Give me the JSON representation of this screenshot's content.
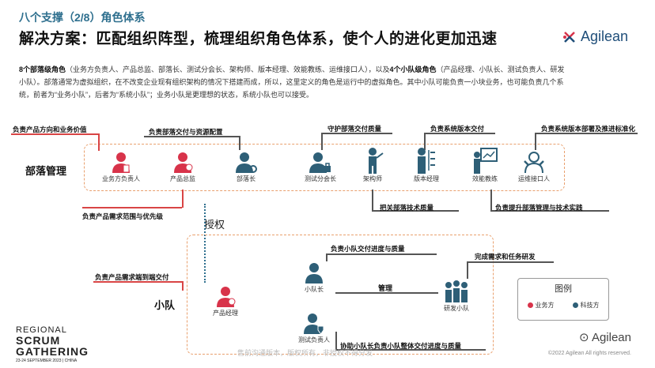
{
  "header": {
    "subtitle": "八个支撑（2/8）角色体系",
    "title": "解决方案：匹配组织阵型，梳理组织角色体系，使个人的进化更加迅速",
    "logo_text": "Agilean"
  },
  "description": {
    "p1_bold_a": "8个部落级角色",
    "p1_a": "（业务方负责人、产品总监、部落长、测试分会长、架构师、版本经理、效能教练、运维接口人），以及",
    "p1_bold_b": "4个小队级角色",
    "p1_b": "（产品经理、小队长、测试负责人、研发小队）。部落通常为虚拟组织，在不改变企业现有组织架构的情况下搭建而成，所以，这里定义的角色是运行中的虚拟角色。其中小队可能负责一小块业务，也可能负责几个系统，前者为“业务小队”，后者为“系统小队”；业务小队是更理想的状态，系统小队也可以接受。"
  },
  "tribe": {
    "label": "部落管理",
    "roles": [
      {
        "name": "业务方负责人",
        "type": "business"
      },
      {
        "name": "产品总监",
        "type": "business"
      },
      {
        "name": "部落长",
        "type": "tech"
      },
      {
        "name": "测试分会长",
        "type": "tech"
      },
      {
        "name": "架构师",
        "type": "tech"
      },
      {
        "name": "版本经理",
        "type": "tech"
      },
      {
        "name": "效能教练",
        "type": "tech"
      },
      {
        "name": "运维接口人",
        "type": "tech"
      }
    ],
    "annotations": {
      "a1": "负责产品方向和业务价值",
      "a2": "负责部落交付与资源配置",
      "a3": "守护部落交付质量",
      "a4": "负责系统版本交付",
      "a5": "负责系统版本部署及推进标准化",
      "a6": "负责产品需求范围与优先级",
      "a7": "把关部落技术质量",
      "a8": "负责提升部落管理与技术实践"
    }
  },
  "authorization": "授权",
  "squad": {
    "label": "小队",
    "roles": [
      {
        "name": "产品经理",
        "type": "business"
      },
      {
        "name": "小队长",
        "type": "tech"
      },
      {
        "name": "测试负责人",
        "type": "tech"
      },
      {
        "name": "研发小队",
        "type": "tech"
      }
    ],
    "annotations": {
      "b1": "负责产品需求端到端交付",
      "b2": "负责小队交付进度与质量",
      "b3": "完成需求和任务研发",
      "b4": "管理",
      "b5": "协助小队长负责小队整体交付进度与质量"
    }
  },
  "legend": {
    "title": "图例",
    "business": "业务方",
    "tech": "科技方",
    "business_color": "#d8334a",
    "tech_color": "#2e5f77"
  },
  "conference": {
    "line1": "REGIONAL",
    "line2": "SCRUM",
    "line3": "GATHERING",
    "line4": "23-24 SEPTEMBER 2023 | CHINA"
  },
  "footer": {
    "watermark": "售前沟通版本，版权所有，非授权不得分发",
    "wechat": "Agilean",
    "copyright": "©2022 Agilean All rights reserved."
  }
}
